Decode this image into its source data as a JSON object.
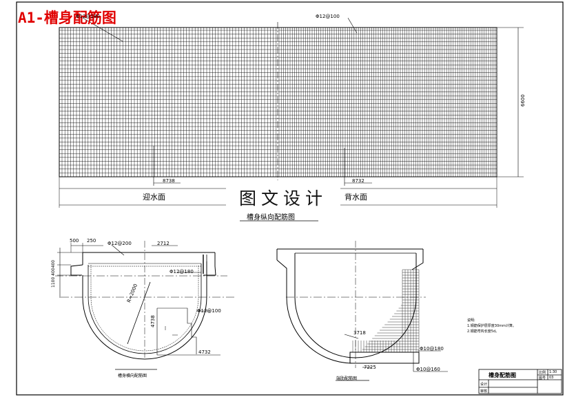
{
  "header": {
    "title": "A1-槽身配筋图"
  },
  "watermark": {
    "text": "图文设计"
  },
  "top_view": {
    "label_left_rebar": "Φ12@180",
    "label_right_rebar": "Φ12@100",
    "dim_height": "6600",
    "dim_left_length": "8738",
    "dim_right_length": "8732",
    "face_left": "迎水面",
    "face_right": "背水面",
    "caption": "槽身纵向配筋图"
  },
  "left_section": {
    "dim_500": "500",
    "dim_250": "250",
    "rebar_top": "Φ12@200",
    "len_2712": "2712",
    "rebar_side": "Φ12@180",
    "dim_vertical": "1100 400400",
    "radius": "R=2000",
    "rebar_100": "Φ12@100",
    "len_4738": "4738",
    "len_4732": "4732",
    "caption": "槽身横向配筋图"
  },
  "right_section": {
    "len_3718": "3718",
    "rebar_180": "Φ10@180",
    "len_7225": "7225",
    "rebar_160": "Φ10@160",
    "caption": "端肋配筋图"
  },
  "notes": {
    "title": "说明:",
    "line1": "1.钢筋保护层厚度30mm计算。",
    "line2": "2.钢筋弯钩长度5d。"
  },
  "title_block": {
    "drawing_name": "槽身配筋图",
    "scale_label": "比例",
    "scale_value": "1:30",
    "sheet_label": "图号",
    "sheet_value": "03",
    "designer_label": "设计",
    "checker_label": "审核"
  }
}
